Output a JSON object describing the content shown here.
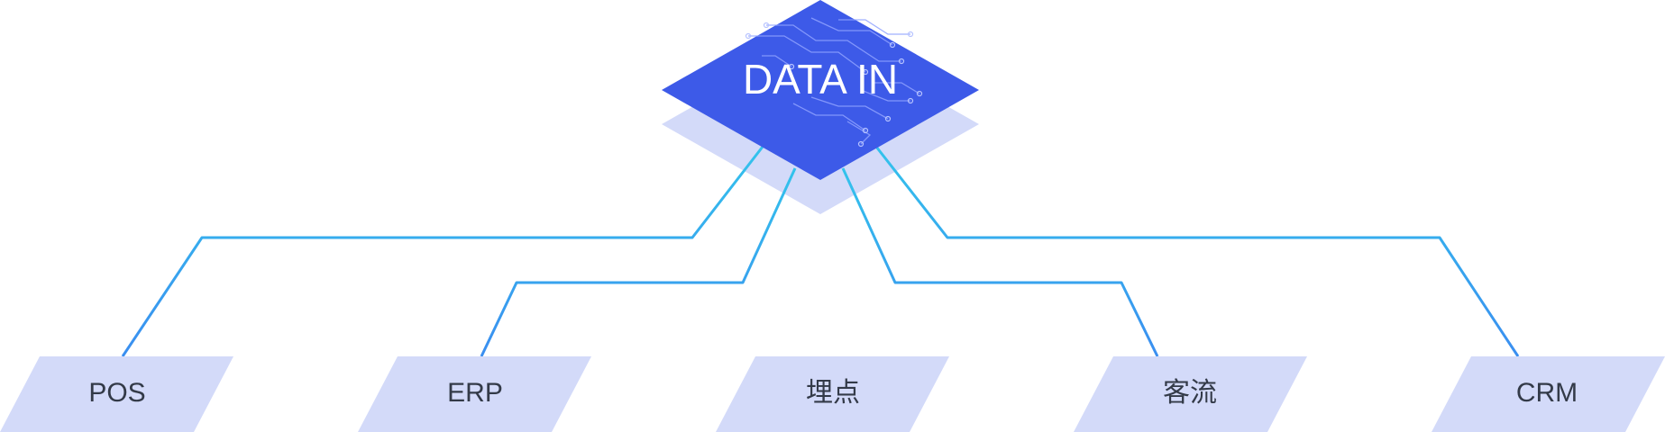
{
  "hub": {
    "label": "DATA IN",
    "color": "#3d5ae8",
    "shadow_color": "#d3daf9"
  },
  "sources": [
    {
      "label": "POS"
    },
    {
      "label": "ERP"
    },
    {
      "label": "埋点"
    },
    {
      "label": "客流"
    },
    {
      "label": "CRM"
    }
  ],
  "colors": {
    "node_fill": "#d3daf9",
    "connector_start": "#3a8ef0",
    "connector_end": "#33c3ec",
    "label_text": "#333a48"
  }
}
